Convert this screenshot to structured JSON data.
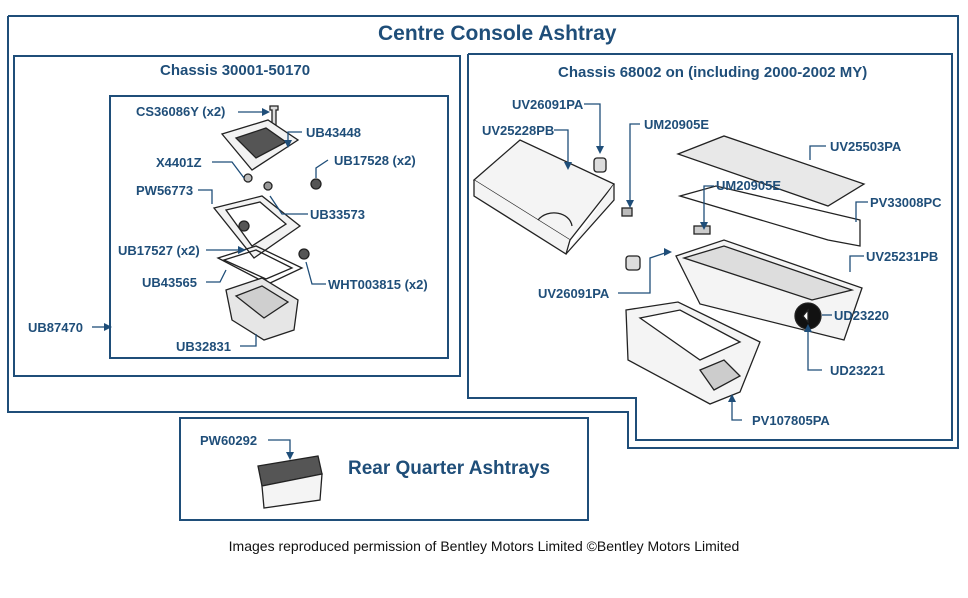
{
  "title": "Centre Console Ashtray",
  "left_panel": {
    "heading": "Chassis 30001-50170",
    "parts": [
      "CS36086Y (x2)",
      "UB43448",
      "X4401Z",
      "UB17528 (x2)",
      "PW56773",
      "UB33573",
      "UB17527 (x2)",
      "UB43565",
      "WHT003815 (x2)",
      "UB87470",
      "UB32831"
    ]
  },
  "right_panel": {
    "heading": "Chassis 68002 on (including 2000-2002 MY)",
    "parts": [
      "UV26091PA",
      "UV25228PB",
      "UM20905E",
      "UV25503PA",
      "UM20905E",
      "PV33008PC",
      "UV25231PB",
      "UV26091PA",
      "UD23220",
      "UD23221",
      "PV107805PA"
    ]
  },
  "bottom_panel": {
    "part": "PW60292",
    "heading": "Rear Quarter Ashtrays"
  },
  "footer": "Images reproduced permission of Bentley Motors Limited ©Bentley Motors Limited"
}
